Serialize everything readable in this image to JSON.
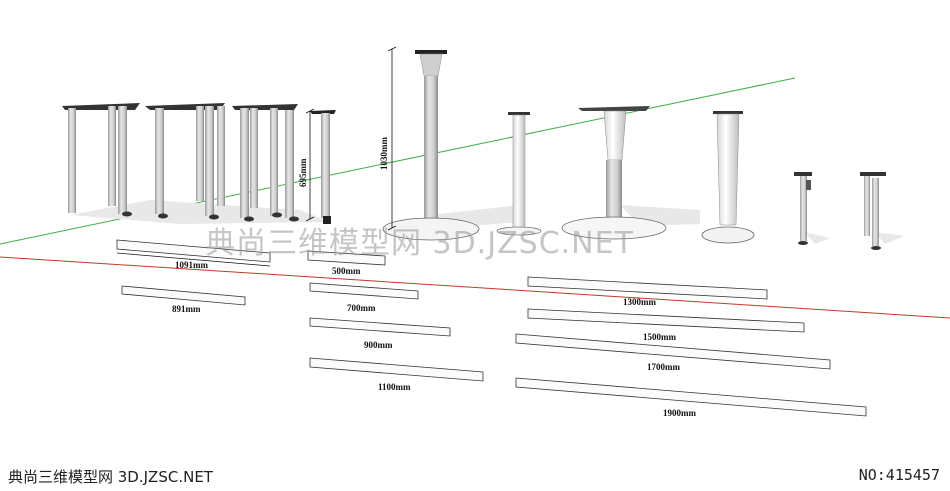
{
  "dimensions": {
    "height_1030": "1030mm",
    "height_695": "695mm"
  },
  "beams": [
    {
      "label": "1091mm"
    },
    {
      "label": "891mm"
    },
    {
      "label": "500mm"
    },
    {
      "label": "700mm"
    },
    {
      "label": "900mm"
    },
    {
      "label": "1100mm"
    },
    {
      "label": "1300mm"
    },
    {
      "label": "1500mm"
    },
    {
      "label": "1700mm"
    },
    {
      "label": "1900mm"
    }
  ],
  "watermark": {
    "center": "典尚三维模型网 3D.JZSC.NET",
    "footer_left": "典尚三维模型网 3D.JZSC.NET",
    "footer_id": "NO:415457"
  },
  "colors": {
    "axis_green": "#3cb043",
    "axis_red": "#c0392b",
    "metal": "#d9d9d9",
    "dark": "#222222"
  }
}
